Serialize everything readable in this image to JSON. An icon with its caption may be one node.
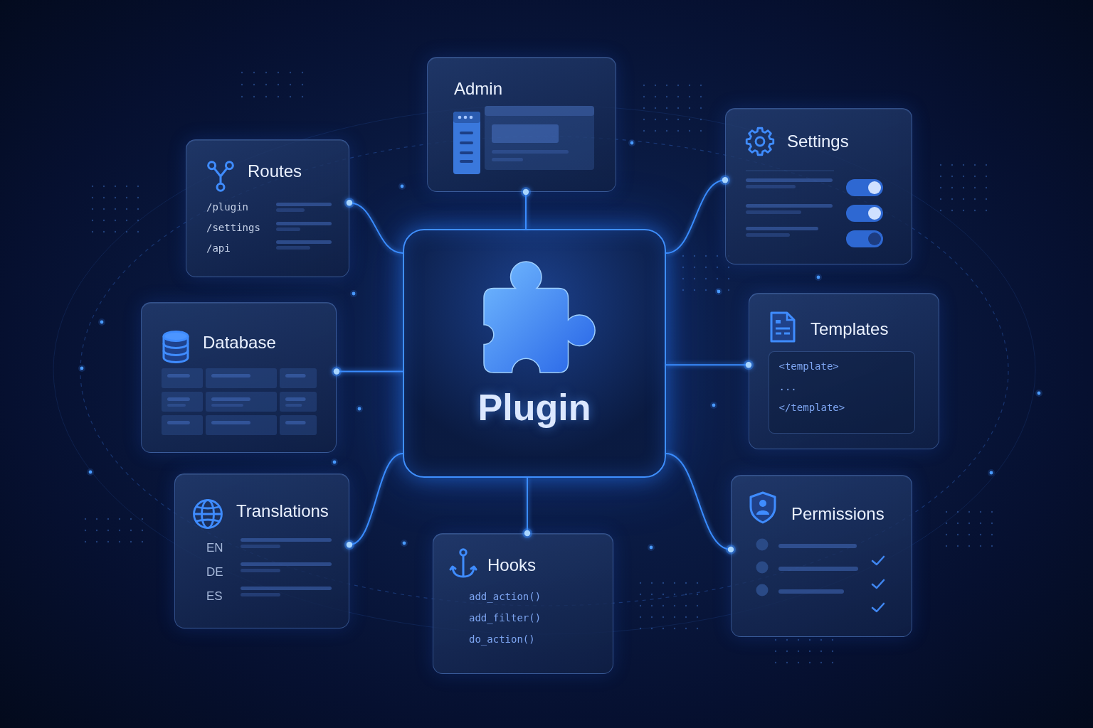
{
  "diagram": {
    "nodes": [
      {
        "text": [
          "Plugin"
        ]
      },
      {
        "text": [
          "Admin"
        ]
      },
      {
        "text": [
          "Routes",
          "/plugin",
          "/settings",
          "/api"
        ]
      },
      {
        "text": [
          "Settings"
        ]
      },
      {
        "text": [
          "Database"
        ]
      },
      {
        "text": [
          "Templates"
        ]
      },
      {
        "text": [
          "<template>",
          "...",
          "</template>"
        ],
        "in": 5
      },
      {
        "text": [
          "Translations",
          "EN",
          "DE",
          "ES"
        ]
      },
      {
        "text": [
          "Hooks",
          "add_action()",
          "add_filter()",
          "do_action()"
        ]
      },
      {
        "text": [
          "Permissions"
        ]
      }
    ],
    "edges": [
      {
        "from": 0,
        "to": 1,
        "arrow": "other"
      },
      {
        "from": 0,
        "to": 2,
        "arrow": "other"
      },
      {
        "from": 0,
        "to": 3,
        "arrow": "other"
      },
      {
        "from": 0,
        "to": 4,
        "arrow": "other"
      },
      {
        "from": 0,
        "to": 5,
        "arrow": "other"
      },
      {
        "from": 0,
        "to": 7,
        "arrow": "other"
      },
      {
        "from": 0,
        "to": 8,
        "arrow": "other"
      },
      {
        "from": 0,
        "to": 9,
        "arrow": "other"
      }
    ]
  }
}
